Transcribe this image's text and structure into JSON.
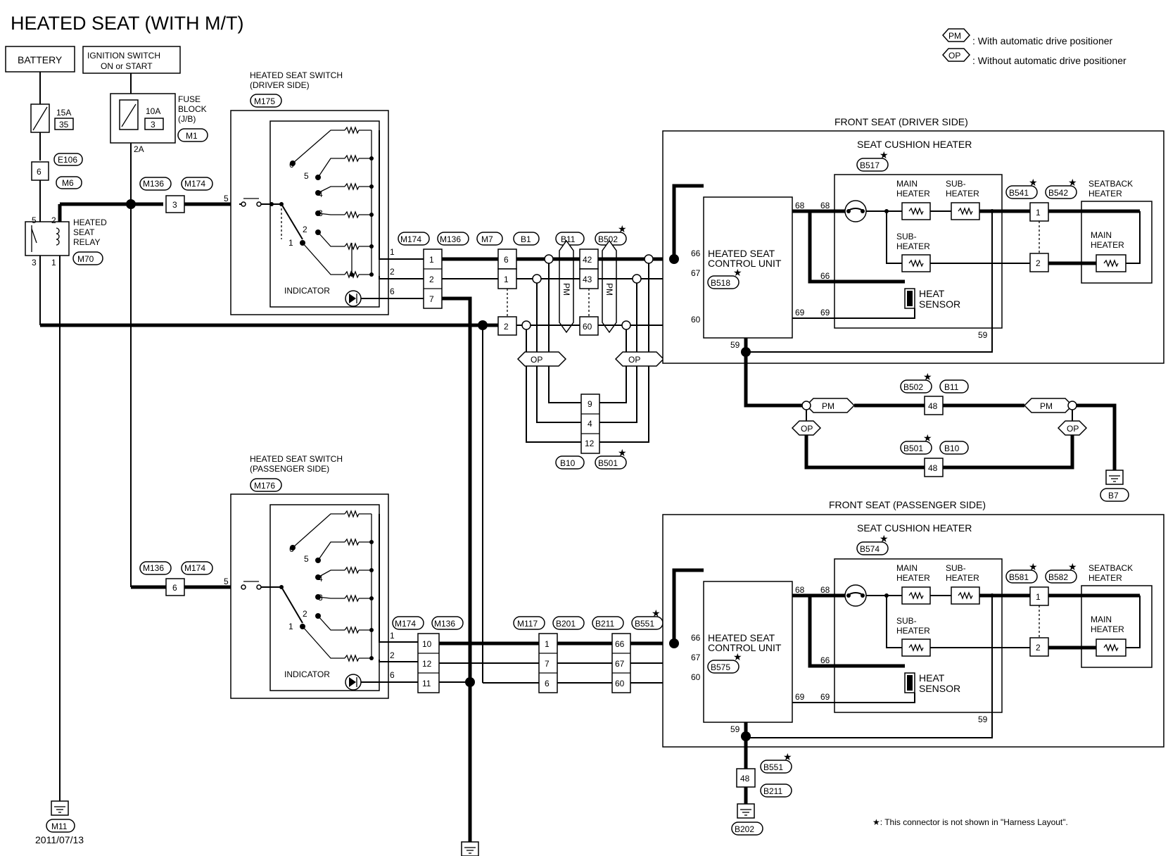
{
  "title": "HEATED SEAT (WITH M/T)",
  "date": "2011/07/13",
  "legend": {
    "pm_tag": "PM",
    "pm_text": ": With automatic drive positioner",
    "op_tag": "OP",
    "op_text": ": Without automatic drive positioner"
  },
  "footnote": "★: This connector is not shown in \"Harness Layout\".",
  "components": {
    "battery": "BATTERY",
    "ign_1": "IGNITION SWITCH",
    "ign_2": "ON or START",
    "fuse_15a": "15A",
    "fuse_35": "35",
    "fuse_10a": "10A",
    "fuse_3": "3",
    "fuse_block_1": "FUSE",
    "fuse_block_2": "BLOCK",
    "fuse_block_3": "(J/B)",
    "m1": "M1",
    "amp_2a": "2A",
    "e106": "E106",
    "m6": "M6",
    "relay_1": "HEATED",
    "relay_2": "SEAT",
    "relay_3": "RELAY",
    "m70": "M70",
    "sw_drv_1": "HEATED SEAT SWITCH",
    "sw_drv_2": "(DRIVER SIDE)",
    "m175": "M175",
    "sw_pas_1": "HEATED SEAT SWITCH",
    "sw_pas_2": "(PASSENGER SIDE)",
    "m176": "M176",
    "indicator": "INDICATOR",
    "m136": "M136",
    "m174": "M174",
    "m7": "M7",
    "b1": "B1",
    "b11": "B11",
    "b502": "B502",
    "b10": "B10",
    "b501": "B501",
    "m117": "M117",
    "b201": "B201",
    "b211": "B211",
    "b551": "B551",
    "m11": "M11",
    "b7": "B7",
    "b811": "B11",
    "b810": "B10",
    "b202": "B202",
    "front_seat_drv": "FRONT SEAT (DRIVER SIDE)",
    "front_seat_pas": "FRONT SEAT (PASSENGER SIDE)",
    "cushion_heater": "SEAT CUSHION HEATER",
    "b517": "B517",
    "b574": "B574",
    "ctrl_1": "HEATED SEAT",
    "ctrl_2": "CONTROL UNIT",
    "b518": "B518",
    "b575": "B575",
    "main_1": "MAIN",
    "main_2": "HEATER",
    "sub_1": "SUB-",
    "sub_2": "HEATER",
    "heat_1": "HEAT",
    "heat_2": "SENSOR",
    "b541": "B541",
    "b542": "B542",
    "b581": "B581",
    "b582": "B582",
    "seatback_1": "SEATBACK",
    "seatback_2": "HEATER",
    "pm": "PM",
    "op": "OP"
  },
  "pins": {
    "p6": "6",
    "p5": "5",
    "p4": "4",
    "p3": "3",
    "p2": "2",
    "p1": "1",
    "p7": "7",
    "p9": "9",
    "p10": "10",
    "p11": "11",
    "p12": "12",
    "p42": "42",
    "p43": "43",
    "p48": "48",
    "p59": "59",
    "p60": "60",
    "p66": "66",
    "p67": "67",
    "p68": "68",
    "p69": "69"
  }
}
